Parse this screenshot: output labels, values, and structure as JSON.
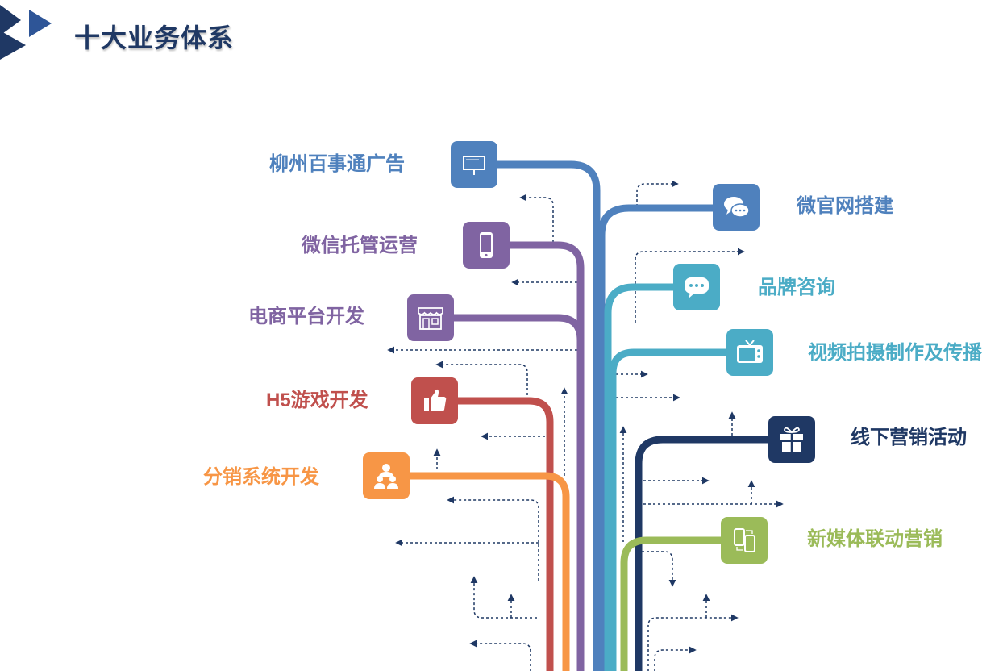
{
  "title": "十大业务体系",
  "colors": {
    "title": "#1f3864",
    "blue": "#4f81bd",
    "purple": "#8064a2",
    "red": "#c0504d",
    "orange": "#f79646",
    "teal": "#4bacc6",
    "navy": "#1f3864",
    "green": "#9bbb59",
    "dashed": "#1f3864"
  },
  "left_items": [
    {
      "label": "柳州百事通广告",
      "icon": "billboard-icon",
      "color": "#4f81bd"
    },
    {
      "label": "微信托管运营",
      "icon": "smartphone-icon",
      "color": "#8064a2"
    },
    {
      "label": "电商平台开发",
      "icon": "storefront-icon",
      "color": "#8064a2"
    },
    {
      "label": "H5游戏开发",
      "icon": "thumbs-up-icon",
      "color": "#c0504d"
    },
    {
      "label": "分销系统开发",
      "icon": "people-icon",
      "color": "#f79646"
    }
  ],
  "right_items": [
    {
      "label": "微官网搭建",
      "icon": "chat-bubbles-icon",
      "color": "#4f81bd"
    },
    {
      "label": "品牌咨询",
      "icon": "speech-bubble-icon",
      "color": "#4bacc6"
    },
    {
      "label": "视频拍摄制作及传播",
      "icon": "television-icon",
      "color": "#4bacc6"
    },
    {
      "label": "线下营销活动",
      "icon": "gift-icon",
      "color": "#1f3864"
    },
    {
      "label": "新媒体联动营销",
      "icon": "devices-icon",
      "color": "#9bbb59"
    }
  ]
}
